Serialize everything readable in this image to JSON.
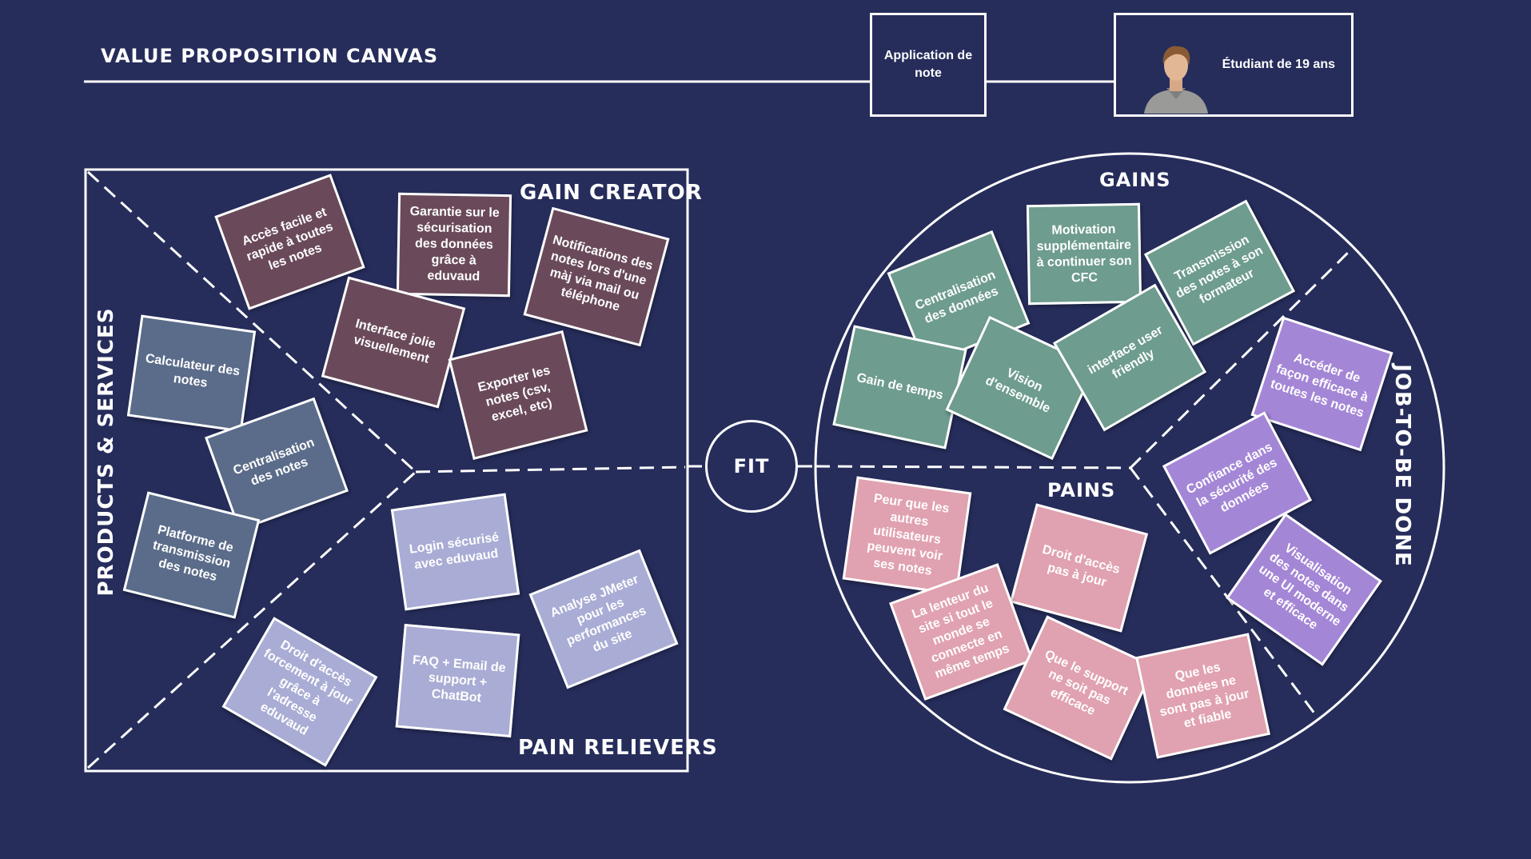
{
  "title": "VALUE PROPOSITION CANVAS",
  "product_box": "Application de note",
  "customer_box": "Étudiant de 19 ans",
  "sections": {
    "gain_creator": "GAIN CREATOR",
    "pain_relievers": "PAIN RELIEVERS",
    "products_services": "PRODUCTS & SERVICES",
    "fit": "FIT",
    "gains": "GAINS",
    "pains": "PAINS",
    "jobs": "JOB-TO-BE DONE"
  },
  "colors": {
    "background": "#262d5b",
    "gain_creator": "#6a4a5a",
    "products": "#5b6c8a",
    "pain_relievers": "#a9acd4",
    "gains": "#6e9c8e",
    "pains": "#e0a1b0",
    "jobs": "#a486d6"
  },
  "gain_creator_notes": [
    "Accès facile et rapide à toutes les notes",
    "Garantie sur le sécurisation des données grâce à eduvaud",
    "Notifications des notes lors d'une màj via mail ou téléphone",
    "Interface jolie visuellement",
    "Exporter les notes (csv, excel, etc)"
  ],
  "products_notes": [
    "Calculateur des notes",
    "Centralisation des notes",
    "Platforme de transmission des notes"
  ],
  "pain_relievers_notes": [
    "Login sécurisé avec eduvaud",
    "Analyse JMeter pour les performances du site",
    "Droit d'accès forcement à jour grâce à l'adresse eduvaud",
    "FAQ + Email de support + ChatBot"
  ],
  "gains_notes": [
    "Motivation supplémentaire à continuer son CFC",
    "Transmission des notes à son formateur",
    "Centralisation des données",
    "Gain de temps",
    "Vision d'ensemble",
    "interface user friendly"
  ],
  "jobs_notes": [
    "Accéder de façon efficace à toutes les notes",
    "Confiance dans la sécurité des données",
    "Visualisation des notes dans une UI moderne et efficace"
  ],
  "pains_notes": [
    "Peur que les autres utilisateurs peuvent voir ses notes",
    "Droit d'accès pas à jour",
    "La lenteur du site si tout le monde se connecte en même temps",
    "Que le support ne soit pas efficace",
    "Que les données ne sont pas à jour et fiable"
  ]
}
